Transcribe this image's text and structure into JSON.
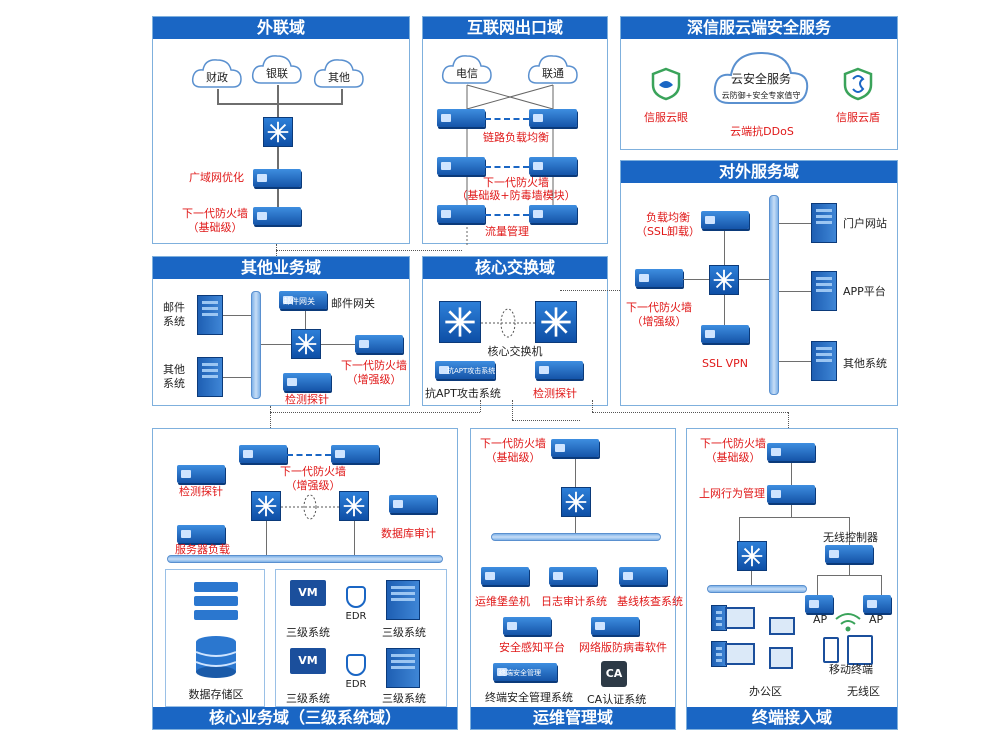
{
  "zones": {
    "external": "外联域",
    "internet_exit": "互联网出口域",
    "sangfor_cloud": "深信服云端安全服务",
    "external_service": "对外服务域",
    "other_business": "其他业务域",
    "core_switch": "核心交换域",
    "core_business": "核心业务域（三级系统域）",
    "ops": "运维管理域",
    "terminal": "终端接入域"
  },
  "external": {
    "clouds": [
      "财政",
      "银联",
      "其他"
    ],
    "wan_opt": "广域网优化",
    "ngfw_line1": "下一代防火墙",
    "ngfw_line2": "（基础级）"
  },
  "internet_exit": {
    "isp": [
      "电信",
      "联通"
    ],
    "lb": "链路负载均衡",
    "ngfw_line1": "下一代防火墙",
    "ngfw_line2": "（基础级+防毒墙模块）",
    "flow": "流量管理"
  },
  "sangfor_cloud": {
    "cloud_line1": "云安全服务",
    "cloud_line2": "云防御+安全专家值守",
    "eye": "信服云眼",
    "ddos": "云端抗DDoS",
    "shield": "信服云盾"
  },
  "external_service": {
    "lb_line1": "负载均衡",
    "lb_line2": "（SSL卸载）",
    "ngfw_line1": "下一代防火墙",
    "ngfw_line2": "（增强级）",
    "sslvpn": "SSL VPN",
    "portal": "门户网站",
    "app": "APP平台",
    "other": "其他系统"
  },
  "other_business": {
    "mail_line1": "邮件",
    "mail_line2": "系统",
    "other_line1": "其他",
    "other_line2": "系统",
    "mail_gw": "邮件网关",
    "mail_gw_tag": "邮件网关",
    "ngfw_line1": "下一代防火墙",
    "ngfw_line2": "（增强级）",
    "probe": "检测探针"
  },
  "core_switch": {
    "switch": "核心交换机",
    "apt": "抗APT攻击系统",
    "apt_tag": "抗APT攻击系统",
    "probe": "检测探针"
  },
  "core_business": {
    "ngfw_line1": "下一代防火墙",
    "ngfw_line2": "（增强级）",
    "probe": "检测探针",
    "server_lb": "服务器负载",
    "db_audit": "数据库审计",
    "storage": "数据存储区",
    "vm": "VM",
    "edr": "EDR",
    "sys3": "三级系统"
  },
  "ops": {
    "ngfw_line1": "下一代防火墙",
    "ngfw_line2": "（基础级）",
    "bastion": "运维堡垒机",
    "log_audit": "日志审计系统",
    "baseline": "基线核查系统",
    "sip": "安全感知平台",
    "av": "网络版防病毒软件",
    "endpoint": "终端安全管理系统",
    "endpoint_tag": "终端安全管理",
    "ca_tag": "CA",
    "ca": "CA认证系统"
  },
  "terminal": {
    "ngfw_line1": "下一代防火墙",
    "ngfw_line2": "（基础级）",
    "behavior": "上网行为管理",
    "wlc": "无线控制器",
    "ap": "AP",
    "office": "办公区",
    "wireless": "无线区",
    "mobile": "移动终端"
  },
  "colors": {
    "bar": "#1a66c4",
    "label_red": "#e01818",
    "border": "#7fb0dd"
  }
}
